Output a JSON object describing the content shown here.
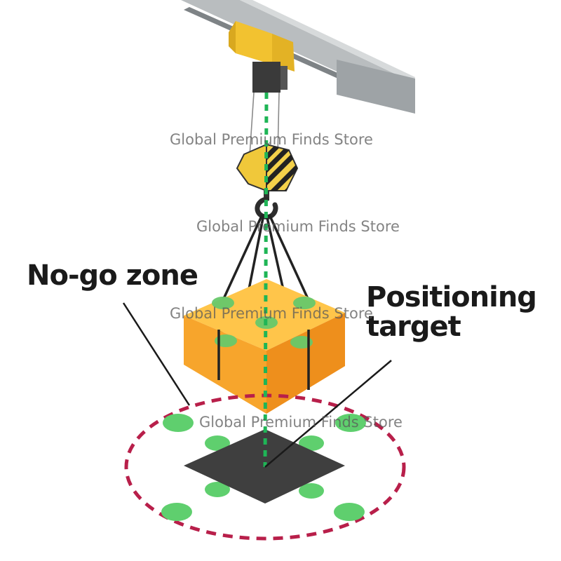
{
  "labels": {
    "no_go_zone": "No-go zone",
    "positioning_target_line1": "Positioning",
    "positioning_target_line2": "target"
  },
  "watermarks": [
    "Global Premium Finds Store",
    "Global Premium Finds Store",
    "Global Premium Finds Store",
    "Global Premium Finds Store"
  ],
  "colors": {
    "beam": "#9ea3a6",
    "trolley": "#f2c230",
    "hoist": "#3a3a3a",
    "hook": "#f0c83a",
    "load_top": "#ffc54a",
    "load_front": "#f7a52c",
    "load_side": "#ee8f1c",
    "target_pad": "#3f3f3f",
    "no_go_boundary": "#b81f4a",
    "laser_line": "#1fb556",
    "marker_spot": "#5fcf6e"
  }
}
